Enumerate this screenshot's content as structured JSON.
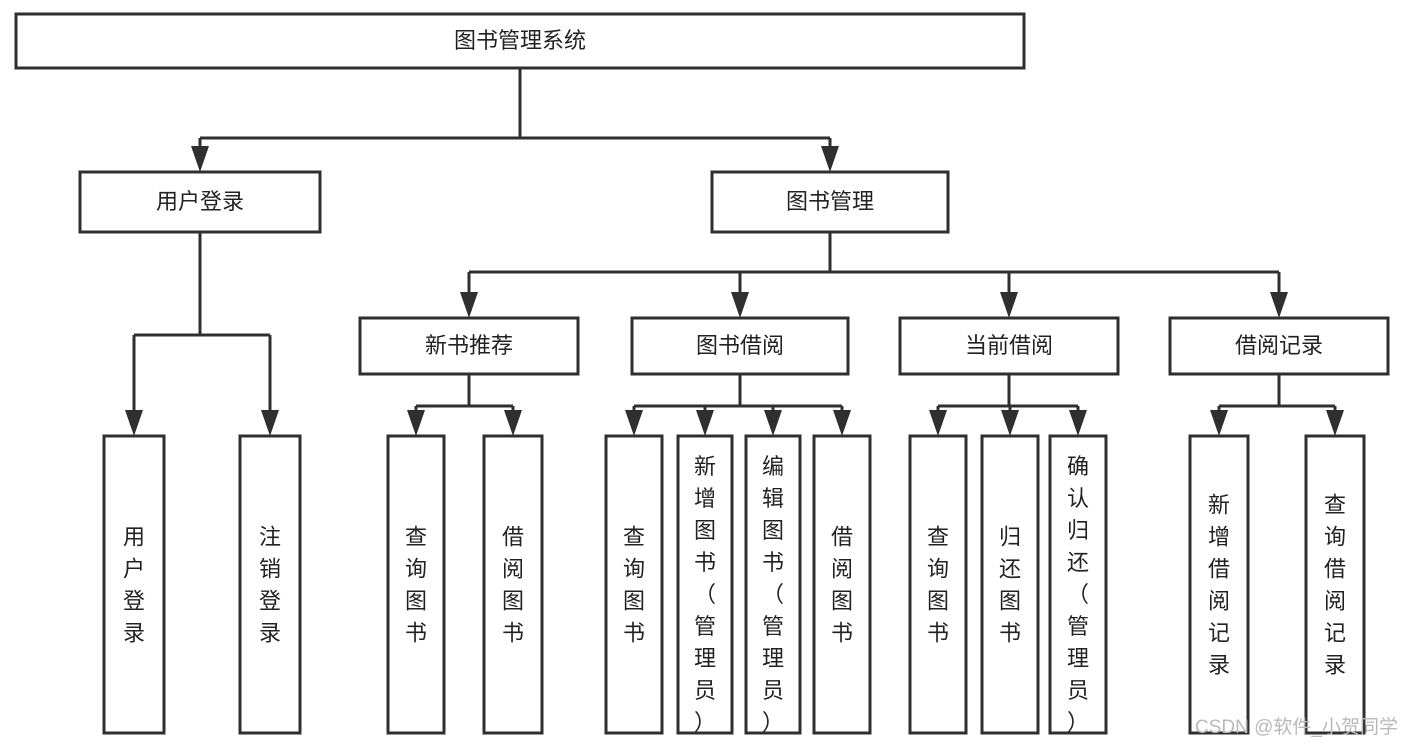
{
  "diagram": {
    "type": "tree-hierarchy",
    "title": "图书管理系统",
    "orientation": "top-down",
    "colors": {
      "box_stroke": "#2f2f2f",
      "box_fill": "#ffffff",
      "text": "#222222",
      "background": "#ffffff",
      "watermark": "#b9b9b9"
    },
    "levels": [
      {
        "level": 0,
        "nodes": [
          {
            "id": "root",
            "label": "图书管理系统",
            "orientation": "horizontal"
          }
        ]
      },
      {
        "level": 1,
        "nodes": [
          {
            "id": "login",
            "label": "用户登录",
            "orientation": "horizontal",
            "parent": "root"
          },
          {
            "id": "bookmgmt",
            "label": "图书管理",
            "orientation": "horizontal",
            "parent": "root"
          }
        ]
      },
      {
        "level": 2,
        "nodes": [
          {
            "id": "newbook",
            "label": "新书推荐",
            "orientation": "horizontal",
            "parent": "bookmgmt"
          },
          {
            "id": "borrow",
            "label": "图书借阅",
            "orientation": "horizontal",
            "parent": "bookmgmt"
          },
          {
            "id": "current",
            "label": "当前借阅",
            "orientation": "horizontal",
            "parent": "bookmgmt"
          },
          {
            "id": "records",
            "label": "借阅记录",
            "orientation": "horizontal",
            "parent": "bookmgmt"
          }
        ]
      },
      {
        "level": 3,
        "nodes": [
          {
            "id": "leaf-1",
            "label": "用户登录",
            "orientation": "vertical",
            "parent": "login"
          },
          {
            "id": "leaf-2",
            "label": "注销登录",
            "orientation": "vertical",
            "parent": "login"
          },
          {
            "id": "leaf-3",
            "label": "查询图书",
            "orientation": "vertical",
            "parent": "newbook"
          },
          {
            "id": "leaf-4",
            "label": "借阅图书",
            "orientation": "vertical",
            "parent": "newbook"
          },
          {
            "id": "leaf-5",
            "label": "查询图书",
            "orientation": "vertical",
            "parent": "borrow"
          },
          {
            "id": "leaf-6",
            "label": "新增图书（管理员）",
            "orientation": "vertical",
            "parent": "borrow"
          },
          {
            "id": "leaf-7",
            "label": "编辑图书（管理员）",
            "orientation": "vertical",
            "parent": "borrow"
          },
          {
            "id": "leaf-8",
            "label": "借阅图书",
            "orientation": "vertical",
            "parent": "borrow"
          },
          {
            "id": "leaf-9",
            "label": "查询图书",
            "orientation": "vertical",
            "parent": "current"
          },
          {
            "id": "leaf-10",
            "label": "归还图书",
            "orientation": "vertical",
            "parent": "current"
          },
          {
            "id": "leaf-11",
            "label": "确认归还（管理员）",
            "orientation": "vertical",
            "parent": "current"
          },
          {
            "id": "leaf-12",
            "label": "新增借阅记录",
            "orientation": "vertical",
            "parent": "records"
          },
          {
            "id": "leaf-13",
            "label": "查询借阅记录",
            "orientation": "vertical",
            "parent": "records"
          }
        ]
      }
    ]
  },
  "watermark": {
    "text": "CSDN @软件_小贺同学"
  }
}
